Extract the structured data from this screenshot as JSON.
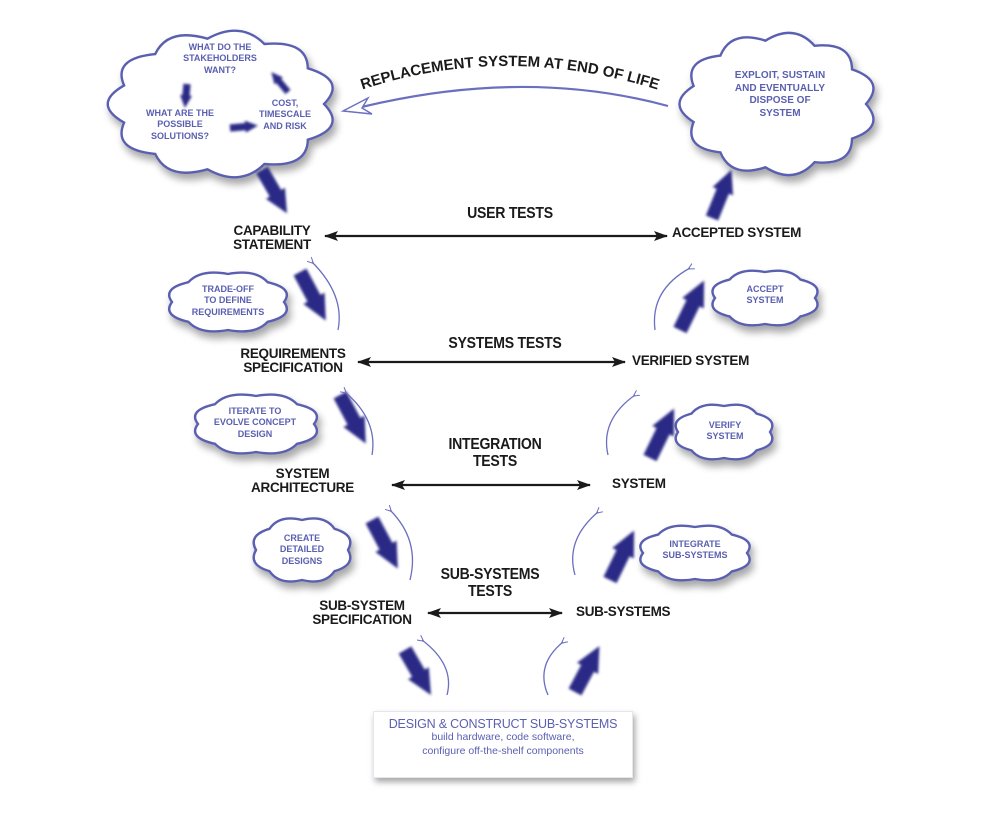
{
  "diagram": {
    "title": "Systems engineering V-model lifecycle",
    "colors": {
      "cloud_stroke": "#5a5fb0",
      "cloud_text": "#5a5fb0",
      "big_arrow": "#2b2c86",
      "label_text": "#1a1a1a",
      "connector": "#1a1a1a"
    },
    "top_left_cloud": {
      "stakeholders": [
        "WHAT DO THE",
        "STAKEHOLDERS",
        "WANT?"
      ],
      "solutions": [
        "WHAT ARE THE",
        "POSSIBLE",
        "SOLUTIONS?"
      ],
      "cost": [
        "COST,",
        "TIMESCALE",
        "AND RISK"
      ]
    },
    "top_right_cloud": [
      "EXPLOIT, SUSTAIN",
      "AND EVENTUALLY",
      "DISPOSE OF",
      "SYSTEM"
    ],
    "replacement_label": "REPLACEMENT SYSTEM AT END OF LIFE",
    "left_nodes": [
      {
        "lines": [
          "CAPABILITY",
          "STATEMENT"
        ]
      },
      {
        "lines": [
          "REQUIREMENTS",
          "SPECIFICATION"
        ]
      },
      {
        "lines": [
          "SYSTEM",
          "ARCHITECTURE"
        ]
      },
      {
        "lines": [
          "SUB-SYSTEM",
          "SPECIFICATION"
        ]
      }
    ],
    "right_nodes": [
      {
        "lines": [
          "ACCEPTED SYSTEM"
        ]
      },
      {
        "lines": [
          "VERIFIED SYSTEM"
        ]
      },
      {
        "lines": [
          "SYSTEM"
        ]
      },
      {
        "lines": [
          "SUB-SYSTEMS"
        ]
      }
    ],
    "tests": [
      {
        "lines": [
          "USER TESTS"
        ]
      },
      {
        "lines": [
          "SYSTEMS TESTS"
        ]
      },
      {
        "lines": [
          "INTEGRATION",
          "TESTS"
        ]
      },
      {
        "lines": [
          "SUB-SYSTEMS",
          "TESTS"
        ]
      }
    ],
    "left_clouds": [
      [
        "TRADE-OFF",
        "TO DEFINE",
        "REQUIREMENTS"
      ],
      [
        "ITERATE TO",
        "EVOLVE CONCEPT",
        "DESIGN"
      ],
      [
        "CREATE",
        "DETAILED",
        "DESIGNS"
      ]
    ],
    "right_clouds": [
      [
        "ACCEPT",
        "SYSTEM"
      ],
      [
        "VERIFY",
        "SYSTEM"
      ],
      [
        "INTEGRATE",
        "SUB-SYSTEMS"
      ]
    ],
    "bottom_box": {
      "title": "DESIGN & CONSTRUCT SUB-SYSTEMS",
      "line1": "build hardware, code software,",
      "line2": "configure off-the-shelf components"
    }
  }
}
